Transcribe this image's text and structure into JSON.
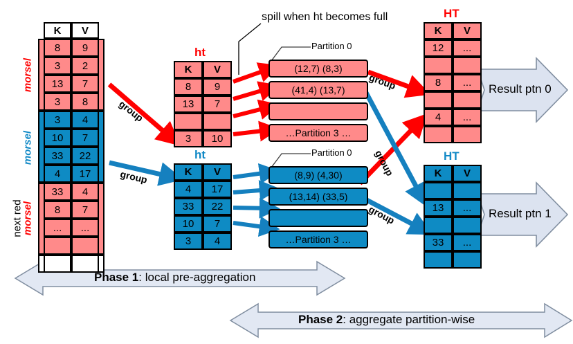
{
  "diagram": {
    "title_note": "spill when ht becomes full",
    "colors": {
      "pink": "#FF8A8A",
      "blue": "#0E8BC4",
      "red_accent": "#FF0000",
      "blue_accent": "#1189C6",
      "arrow_fill": "#DCE3F0",
      "arrow_stroke": "#7F8FA6"
    },
    "input_table": {
      "header": {
        "k": "K",
        "v": "V"
      },
      "rows": [
        {
          "k": "8",
          "v": "9",
          "color": "pink"
        },
        {
          "k": "3",
          "v": "2",
          "color": "pink"
        },
        {
          "k": "13",
          "v": "7",
          "color": "pink"
        },
        {
          "k": "3",
          "v": "8",
          "color": "pink"
        },
        {
          "k": "3",
          "v": "4",
          "color": "blue"
        },
        {
          "k": "10",
          "v": "7",
          "color": "blue"
        },
        {
          "k": "33",
          "v": "22",
          "color": "blue"
        },
        {
          "k": "4",
          "v": "17",
          "color": "blue"
        },
        {
          "k": "33",
          "v": "4",
          "color": "pink"
        },
        {
          "k": "8",
          "v": "7",
          "color": "pink"
        },
        {
          "k": "...",
          "v": "...",
          "color": "pink"
        },
        {
          "k": "",
          "v": "",
          "color": "pink"
        },
        {
          "k": "",
          "v": "",
          "color": "white"
        }
      ],
      "side_labels": [
        {
          "text": "morsel",
          "color": "red"
        },
        {
          "text": "morsel",
          "color": "blue"
        },
        {
          "text": "morsel",
          "color": "red"
        },
        {
          "text": "next red",
          "color": "black"
        }
      ]
    },
    "ht_red": {
      "caption": "ht",
      "header": {
        "k": "K",
        "v": "V"
      },
      "rows": [
        {
          "k": "8",
          "v": "9"
        },
        {
          "k": "13",
          "v": "7"
        },
        {
          "k": "",
          "v": ""
        },
        {
          "k": "3",
          "v": "10"
        }
      ]
    },
    "ht_blue": {
      "caption": "ht",
      "header": {
        "k": "K",
        "v": "V"
      },
      "rows": [
        {
          "k": "4",
          "v": "17"
        },
        {
          "k": "33",
          "v": "22"
        },
        {
          "k": "10",
          "v": "7"
        },
        {
          "k": "3",
          "v": "4"
        }
      ]
    },
    "partitions_red": {
      "label": "Partition 0",
      "bars": [
        "(12,7)  (8,3)",
        "(41,4) (13,7)",
        "",
        "…Partition 3 …"
      ]
    },
    "partitions_blue": {
      "label": "Partition 0",
      "bars": [
        "(8,9)  (4,30)",
        "(13,14) (33,5)",
        "",
        "…Partition 3 …"
      ]
    },
    "ht_out_red": {
      "caption": "HT",
      "header": {
        "k": "K",
        "v": "V"
      },
      "rows": [
        {
          "k": "12",
          "v": "..."
        },
        {
          "k": "",
          "v": ""
        },
        {
          "k": "8",
          "v": "..."
        },
        {
          "k": "",
          "v": ""
        },
        {
          "k": "4",
          "v": "..."
        },
        {
          "k": "",
          "v": ""
        }
      ]
    },
    "ht_out_blue": {
      "caption": "HT",
      "header": {
        "k": "K",
        "v": "V"
      },
      "rows": [
        {
          "k": "",
          "v": ""
        },
        {
          "k": "13",
          "v": "..."
        },
        {
          "k": "",
          "v": ""
        },
        {
          "k": "33",
          "v": "..."
        },
        {
          "k": "",
          "v": ""
        }
      ]
    },
    "group_labels": [
      {
        "id": "group-red-1",
        "text": "group"
      },
      {
        "id": "group-blue-1",
        "text": "group"
      },
      {
        "id": "group-red-2",
        "text": "group"
      },
      {
        "id": "group-blue-2",
        "text": "group"
      },
      {
        "id": "group-blue-3",
        "text": "group"
      }
    ],
    "results": [
      {
        "text": "Result ptn 0"
      },
      {
        "text": "Result ptn 1"
      }
    ],
    "phases": [
      {
        "bold": "Phase 1",
        "rest": ": local pre-aggregation"
      },
      {
        "bold": "Phase 2",
        "rest": ": aggregate partition-wise"
      }
    ]
  }
}
